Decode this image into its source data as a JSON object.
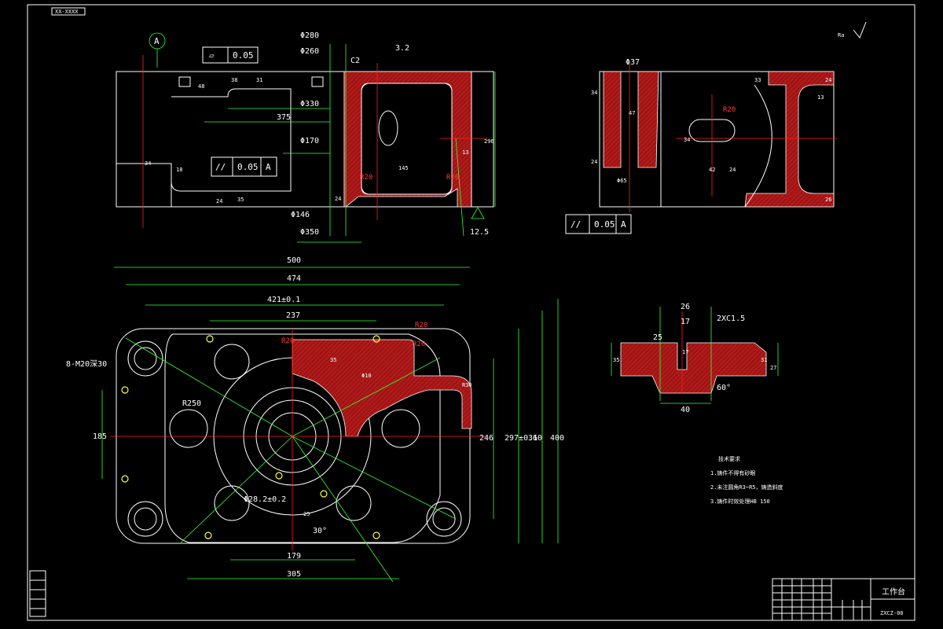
{
  "drawing": {
    "code_box": "XX-XXXX",
    "datum": "A",
    "roughness_corner": "√",
    "tol": [
      {
        "symbol": "▱",
        "value": "0.05",
        "datum": ""
      },
      {
        "symbol": "//",
        "value": "0.05",
        "datum": "A"
      },
      {
        "symbol": "//",
        "value": "0.05",
        "datum": "A"
      }
    ]
  },
  "front_view": {
    "dims": [
      "Φ280",
      "Φ260",
      "Φ330",
      "375",
      "Φ170",
      "C2",
      "3.2",
      "48",
      "38",
      "31",
      "34",
      "18",
      "24",
      "35",
      "R20",
      "R20",
      "145",
      "13",
      "296",
      "24",
      "Φ350",
      "Φ146",
      "12.5"
    ]
  },
  "side_view": {
    "dims": [
      "Φ37",
      "34",
      "47",
      "24",
      "R20",
      "34",
      "42",
      "24",
      "33",
      "13",
      "Φ65",
      "24",
      "26"
    ]
  },
  "plan_view": {
    "dims": [
      "500",
      "474",
      "421±0.1",
      "237",
      "8-M20深30",
      "R20",
      "R20",
      "R20",
      "R250",
      "35",
      "Φ10",
      "R30",
      "25",
      "30°",
      "Φ28.2±0.2",
      "179",
      "305",
      "185",
      "246",
      "297±0.1",
      "360",
      "400"
    ]
  },
  "detail_view": {
    "dims": [
      "26",
      "17",
      "25",
      "2XC1.5",
      "35",
      "17",
      "31",
      "27",
      "60°",
      "40"
    ]
  },
  "notes": {
    "title": "技术要求",
    "items": [
      "1.铸件不得有砂眼",
      "2.未注圆角R3~R5，铸造斜度",
      "3.铸件时效处理HB 150"
    ]
  },
  "title_block": {
    "part_name": "工作台",
    "drawing_no": "ZXCZ-00"
  }
}
